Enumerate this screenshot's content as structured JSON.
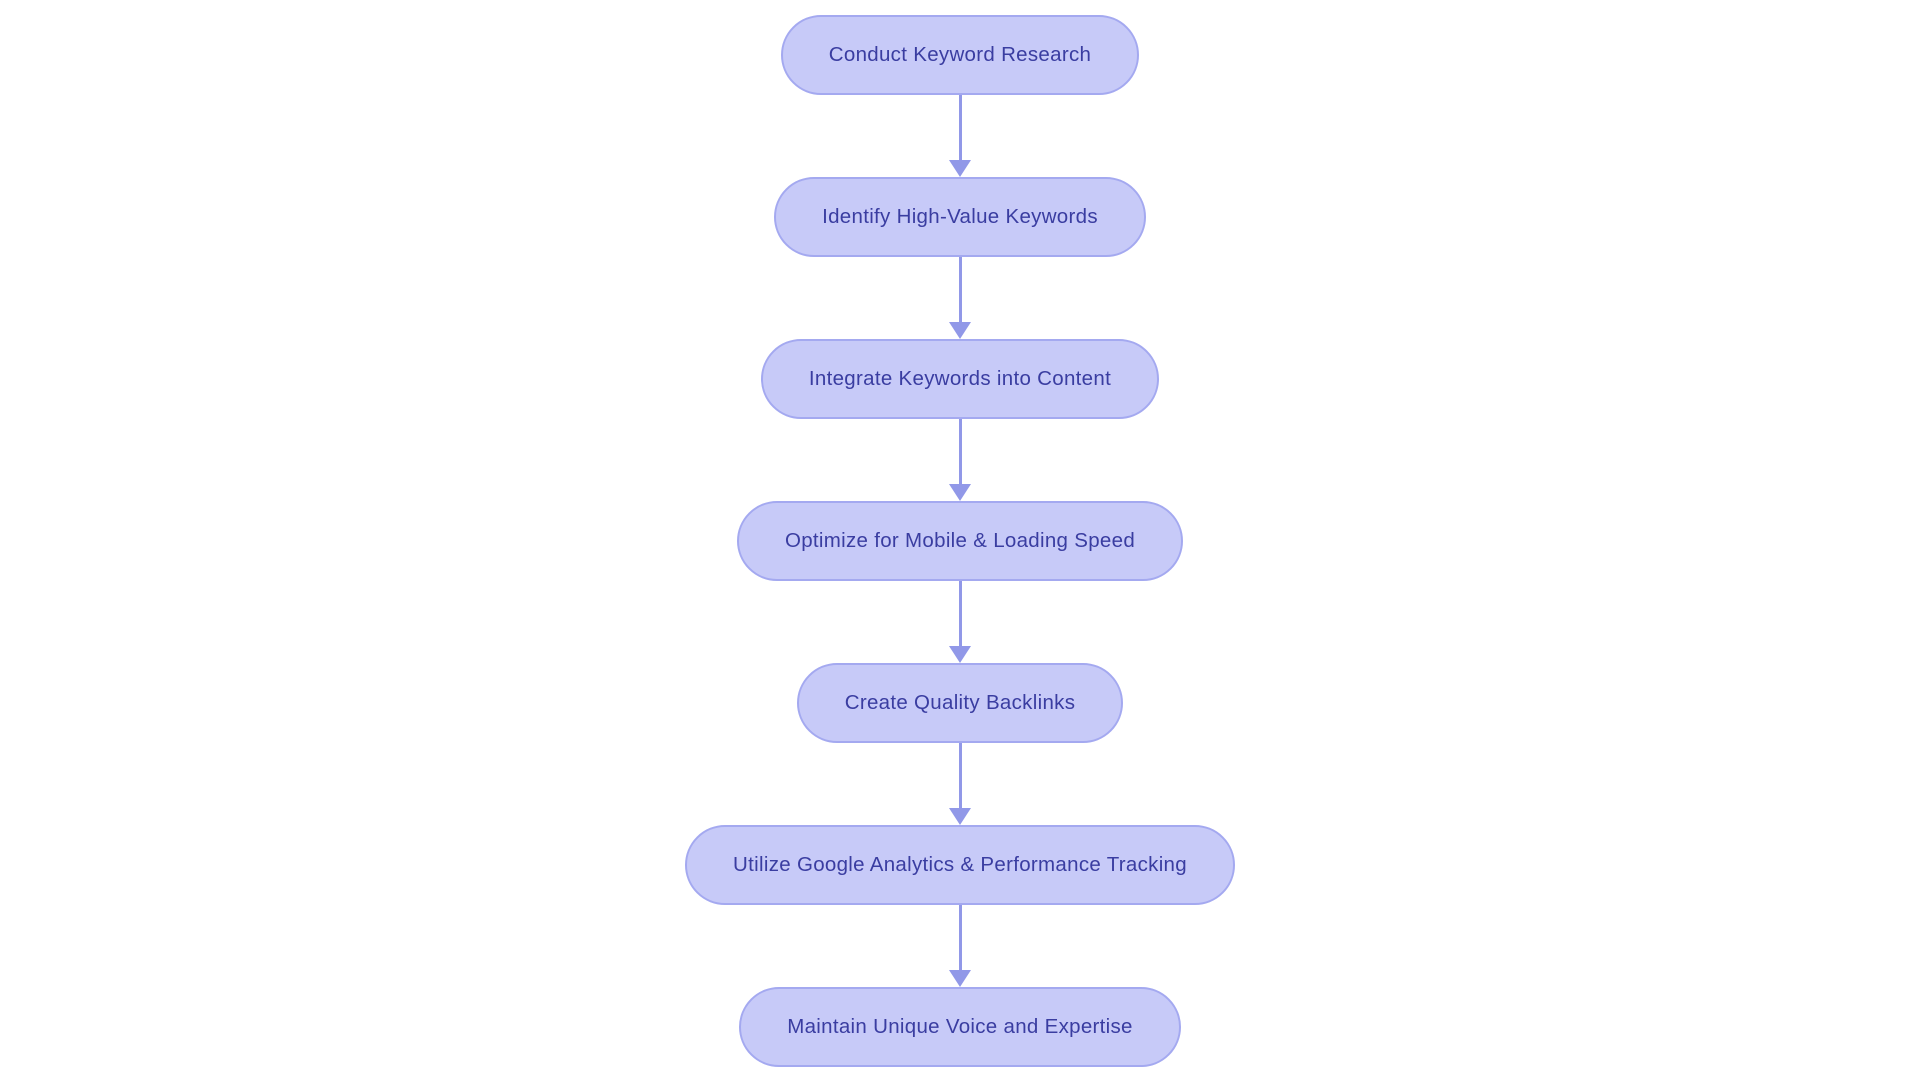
{
  "diagram": {
    "type": "flowchart",
    "direction": "top-down",
    "nodes": [
      {
        "label": "Conduct Keyword Research"
      },
      {
        "label": "Identify High-Value Keywords"
      },
      {
        "label": "Integrate Keywords into Content"
      },
      {
        "label": "Optimize for Mobile & Loading Speed"
      },
      {
        "label": "Create Quality Backlinks"
      },
      {
        "label": "Utilize Google Analytics & Performance Tracking"
      },
      {
        "label": "Maintain Unique Voice and Expertise"
      }
    ],
    "edges": [
      {
        "from": 0,
        "to": 1
      },
      {
        "from": 1,
        "to": 2
      },
      {
        "from": 2,
        "to": 3
      },
      {
        "from": 3,
        "to": 4
      },
      {
        "from": 4,
        "to": 5
      },
      {
        "from": 5,
        "to": 6
      }
    ],
    "colors": {
      "background": "#ffffff",
      "node_fill": "#c7caf8",
      "node_border": "#a4a9f0",
      "node_text": "#3a3da1",
      "arrow": "#9198e8"
    }
  }
}
